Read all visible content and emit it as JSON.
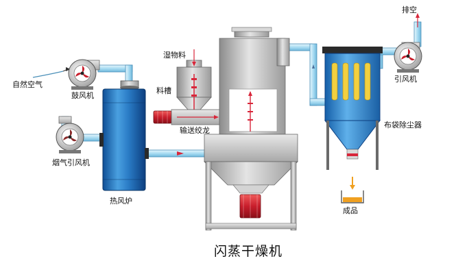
{
  "diagram": {
    "title": "闪蒸干燥机",
    "labels": {
      "natural_air": "自然空气",
      "blower": "鼓风机",
      "flue_fan": "烟气引风机",
      "hot_air_furnace": "热风炉",
      "wet_material": "湿物料",
      "hopper": "料槽",
      "screw_conveyor": "输送绞龙",
      "exhaust": "排空",
      "induced_fan": "引风机",
      "bag_filter": "布袋除尘器",
      "product": "成品"
    },
    "colors": {
      "pipe": "#bfe6f5",
      "pipe_edge": "#4a8fb8",
      "furnace": "#2f7fc4",
      "filter": "#2e86c8",
      "steel": "#b8b8b8",
      "heater_red": "#d8263a",
      "product": "#f0a020"
    }
  }
}
